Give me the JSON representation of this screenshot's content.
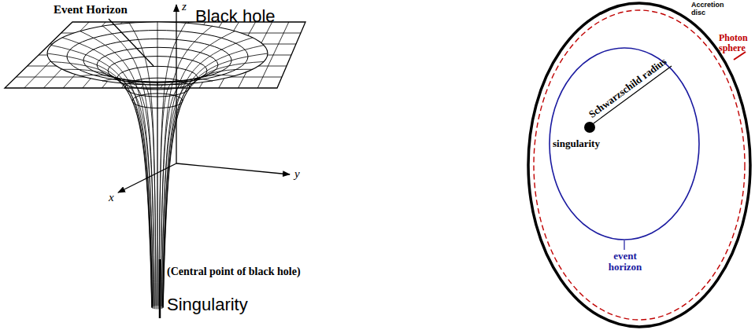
{
  "diagram": {
    "labels": [
      "Event Horizon",
      "z",
      "Black hole",
      "y",
      "x",
      "(Central point of black hole)",
      "Singularity",
      "Accretion disc",
      "Photon sphere",
      "Schwarzschild radius",
      "singularity",
      "event horizon"
    ]
  }
}
